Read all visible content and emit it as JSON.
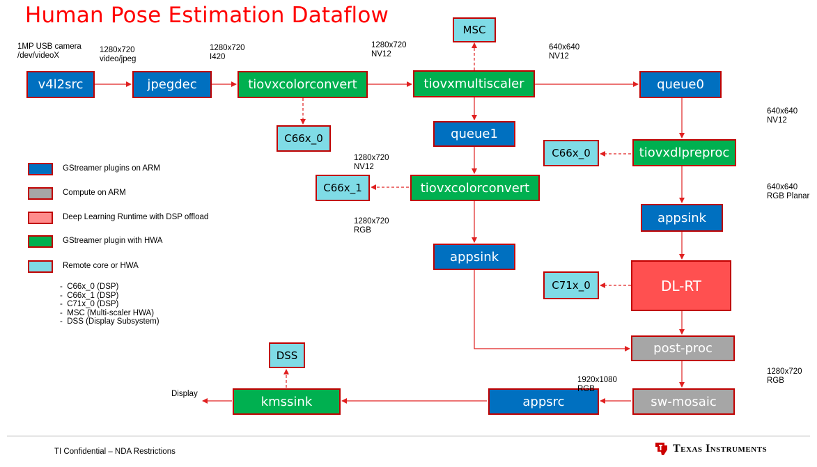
{
  "title": "Human Pose Estimation Dataflow",
  "nodes": {
    "v4l2src": "v4l2src",
    "jpegdec": "jpegdec",
    "colorconvert1": "tiovxcolorconvert",
    "multiscaler": "tiovxmultiscaler",
    "msc": "MSC",
    "queue0": "queue0",
    "c66x0_top": "C66x_0",
    "queue1": "queue1",
    "dlpreproc": "tiovxdlpreproc",
    "c66x0_right": "C66x_0",
    "colorconvert2": "tiovxcolorconvert",
    "c66x1": "C66x_1",
    "appsink_right": "appsink",
    "appsink_mid": "appsink",
    "dlrt": "DL-RT",
    "c71x0": "C71x_0",
    "postproc": "post-proc",
    "swmosaic": "sw-mosaic",
    "appsrc": "appsrc",
    "kmssink": "kmssink",
    "dss": "DSS"
  },
  "labels": {
    "camera": [
      "1MP USB camera",
      "/dev/videoX"
    ],
    "jpeg": [
      "1280x720",
      "video/jpeg"
    ],
    "i420": [
      "1280x720",
      "I420"
    ],
    "nv12_top": [
      "1280x720",
      "NV12"
    ],
    "ms_out": [
      "640x640",
      "NV12"
    ],
    "q0_out": [
      "640x640",
      "NV12"
    ],
    "cc2_in": [
      "1280x720",
      "NV12"
    ],
    "cc2_out": [
      "1280x720",
      "RGB"
    ],
    "planar": [
      "640x640",
      "RGB Planar"
    ],
    "pp_out": [
      "1280x720",
      "RGB"
    ],
    "mosaic_out": [
      "1920x1080",
      "RGB"
    ],
    "display": "Display"
  },
  "legend": [
    {
      "color": "#0070c0",
      "text": "GStreamer plugins on ARM"
    },
    {
      "color": "#a6a6a6",
      "text": "Compute on ARM"
    },
    {
      "color": "#ff8c8c",
      "text": "Deep Learning Runtime with DSP offload"
    },
    {
      "color": "#00b050",
      "text": "GStreamer plugin with HWA"
    },
    {
      "color": "#7fdbe6",
      "text": "Remote core or HWA"
    }
  ],
  "notes": [
    "C66x_0 (DSP)",
    "C66x_1 (DSP)",
    "C71x_0 (DSP)",
    "MSC (Multi-scaler HWA)",
    "DSS (Display Subsystem)"
  ],
  "footer": {
    "confidential": "TI Confidential – NDA Restrictions",
    "brand": "Texas Instruments"
  },
  "colors": {
    "edge": "#e02020",
    "title": "#ff0000"
  }
}
